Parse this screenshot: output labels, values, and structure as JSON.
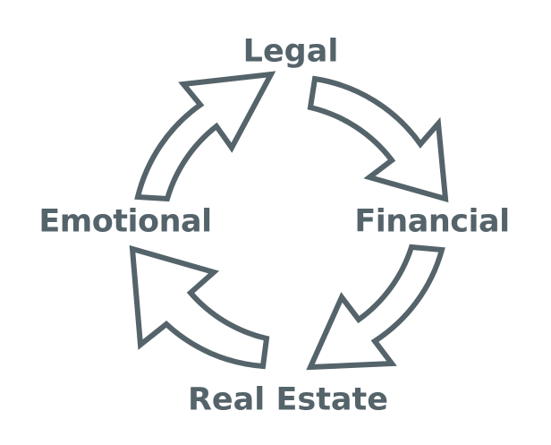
{
  "diagram": {
    "nodes": [
      {
        "id": "legal",
        "label": "Legal"
      },
      {
        "id": "financial",
        "label": "Financial"
      },
      {
        "id": "real_estate",
        "label": "Real Estate"
      },
      {
        "id": "emotional",
        "label": "Emotional"
      }
    ],
    "edges": [
      {
        "from": "legal",
        "to": "financial"
      },
      {
        "from": "financial",
        "to": "real_estate"
      },
      {
        "from": "real_estate",
        "to": "emotional"
      },
      {
        "from": "emotional",
        "to": "legal"
      }
    ],
    "direction": "clockwise",
    "colors": {
      "stroke": "#55636a",
      "text": "#55636a",
      "background": "#ffffff"
    }
  }
}
